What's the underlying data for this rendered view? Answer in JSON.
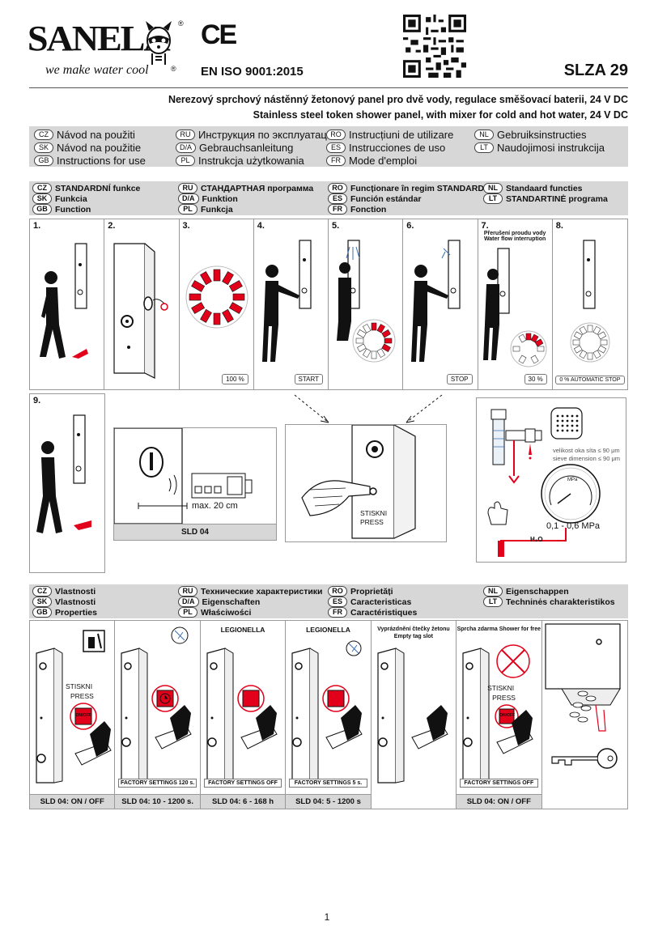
{
  "header": {
    "brand": "SANELA",
    "tagline": "we make water cool",
    "registered": "®",
    "ce_mark": "CE",
    "iso": "EN ISO 9001:2015",
    "model": "SLZA 29"
  },
  "subtitle": {
    "cz": "Nerezový sprchový nástěnný žetonový panel pro dvě vody, regulace směšovací baterii, 24 V DC",
    "en": "Stainless steel token shower panel, with mixer for cold and hot water, 24 V DC"
  },
  "manual_langs": [
    {
      "code": "CZ",
      "text": "Návod na použiti"
    },
    {
      "code": "RU",
      "text": "Инструкция по эксплуатации"
    },
    {
      "code": "RO",
      "text": "Instrucțiuni de utilizare"
    },
    {
      "code": "NL",
      "text": "Gebruiksinstructies"
    },
    {
      "code": "SK",
      "text": "Návod na použitie"
    },
    {
      "code": "D/A",
      "text": "Gebrauchsanleitung"
    },
    {
      "code": "ES",
      "text": "Instrucciones de uso"
    },
    {
      "code": "LT",
      "text": "Naudojimosi instrukcija"
    },
    {
      "code": "GB",
      "text": "Instructions for use"
    },
    {
      "code": "PL",
      "text": "Instrukcja użytkowania"
    },
    {
      "code": "FR",
      "text": "Mode d'emploi"
    },
    {
      "code": "",
      "text": ""
    }
  ],
  "function_langs": [
    {
      "code": "CZ",
      "text": "STANDARDNÍ funkce"
    },
    {
      "code": "RU",
      "text": "СТАНДАРТНАЯ программа"
    },
    {
      "code": "RO",
      "text": "Funcționare în regim STANDARD"
    },
    {
      "code": "NL",
      "text": "Standaard functies"
    },
    {
      "code": "SK",
      "text": "Funkcia"
    },
    {
      "code": "D/A",
      "text": "Funktion"
    },
    {
      "code": "ES",
      "text": "Función estándar"
    },
    {
      "code": "LT",
      "text": "STANDARTINĖ programa"
    },
    {
      "code": "GB",
      "text": "Function"
    },
    {
      "code": "PL",
      "text": "Funkcja"
    },
    {
      "code": "FR",
      "text": "Fonction"
    },
    {
      "code": "",
      "text": ""
    }
  ],
  "steps": [
    {
      "num": "1.",
      "tag": "",
      "caption": ""
    },
    {
      "num": "2.",
      "tag": "",
      "caption": ""
    },
    {
      "num": "3.",
      "tag": "100 %",
      "caption": ""
    },
    {
      "num": "4.",
      "tag": "START",
      "caption": ""
    },
    {
      "num": "5.",
      "tag": "",
      "caption": ""
    },
    {
      "num": "6.",
      "tag": "STOP",
      "caption": ""
    },
    {
      "num": "7.",
      "tag": "30 %",
      "caption": "Přerušení proudu vody Water flow interruption"
    },
    {
      "num": "8.",
      "tag": "0 % AUTOMATIC STOP",
      "caption": ""
    }
  ],
  "step9": {
    "num": "9.",
    "distance": "max. 20 cm",
    "sld": "SLD 04",
    "press_cz": "STISKNI",
    "press_en": "PRESS"
  },
  "filter": {
    "sieve_cz": "velikost oka síta ≤ 90 μm",
    "sieve_en": "sieve dimension ≤ 90 μm",
    "pressure": "0,1 - 0,6 MPa",
    "h2o": "H₂O",
    "gauge_unit": "MPa"
  },
  "property_langs": [
    {
      "code": "CZ",
      "text": "Vlastnosti"
    },
    {
      "code": "RU",
      "text": "Технические характеристики"
    },
    {
      "code": "RO",
      "text": "Proprietăți"
    },
    {
      "code": "NL",
      "text": "Eigenschappen"
    },
    {
      "code": "SK",
      "text": "Vlastnosti"
    },
    {
      "code": "D/A",
      "text": "Eigenschaften"
    },
    {
      "code": "ES",
      "text": "Caracteristicas"
    },
    {
      "code": "LT",
      "text": "Techninės charakteristikos"
    },
    {
      "code": "GB",
      "text": "Properties"
    },
    {
      "code": "PL",
      "text": "Właściwości"
    },
    {
      "code": "FR",
      "text": "Caractéristiques"
    },
    {
      "code": "",
      "text": ""
    }
  ],
  "properties": [
    {
      "top": "",
      "factory": "",
      "sld": "SLD 04: ON / OFF",
      "button": "ON/OFF",
      "press_cz": "STISKNI",
      "press_en": "PRESS"
    },
    {
      "top": "",
      "factory": "FACTORY SETTINGS 120 s.",
      "sld": "SLD 04: 10 - 1200 s.",
      "button": "",
      "press_cz": "",
      "press_en": ""
    },
    {
      "top": "LEGIONELLA",
      "factory": "FACTORY SETTINGS OFF",
      "sld": "SLD 04: 6 - 168 h",
      "button": "",
      "press_cz": "",
      "press_en": ""
    },
    {
      "top": "LEGIONELLA",
      "factory": "FACTORY SETTINGS 5 s.",
      "sld": "SLD 04: 5 - 1200 s",
      "button": "",
      "press_cz": "",
      "press_en": ""
    },
    {
      "top": "Vyprázdnění čtečky žetonu Empty tag slot",
      "factory": "",
      "sld": "",
      "button": "",
      "press_cz": "",
      "press_en": ""
    },
    {
      "top": "Sprcha zdarma Shower for free",
      "factory": "FACTORY SETTINGS OFF",
      "sld": "SLD 04: ON / OFF",
      "button": "ON/OFF",
      "press_cz": "STISKNI",
      "press_en": "PRESS"
    },
    {
      "top": "",
      "factory": "",
      "sld": "",
      "button": "",
      "press_cz": "",
      "press_en": ""
    }
  ],
  "page_number": "1",
  "colors": {
    "accent_red": "#e2001a",
    "bar_grey": "#d7d7d7"
  }
}
